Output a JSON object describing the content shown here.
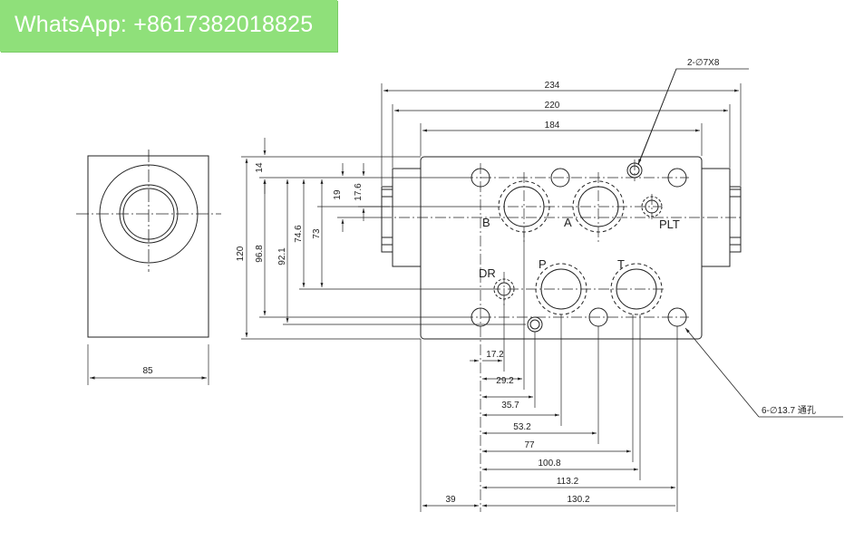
{
  "banner": {
    "text": "WhatsApp: +8617382018825"
  },
  "dimensions": {
    "top": [
      "234",
      "220",
      "184"
    ],
    "left": [
      "14",
      "19",
      "17.6",
      "120",
      "96.8",
      "92.1",
      "74.6",
      "73"
    ],
    "bottom": [
      "17.2",
      "29.2",
      "35.7",
      "53.2",
      "77",
      "100.8",
      "113.2",
      "130.2",
      "39"
    ],
    "side_view_width": "85"
  },
  "callouts": {
    "small_holes": "2-∅7X8",
    "through_holes": "6-∅13.7 通孔"
  },
  "ports": {
    "b": "B",
    "a": "A",
    "plt": "PLT",
    "dr": "DR",
    "p": "P",
    "t": "T"
  }
}
